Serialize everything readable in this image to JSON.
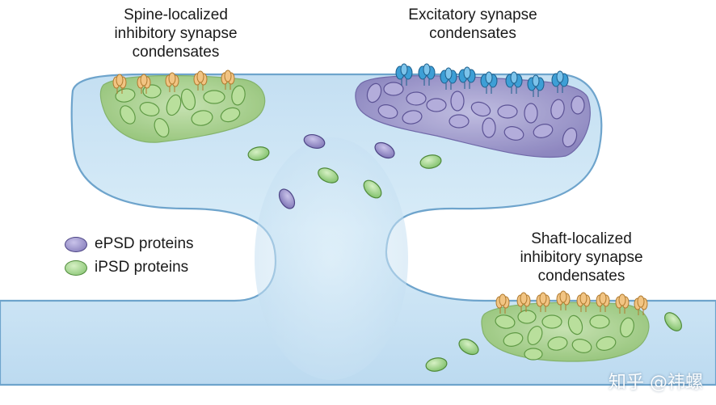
{
  "labels": {
    "spine": [
      "Spine-localized",
      "inhibitory synapse",
      "condensates"
    ],
    "excitatory": [
      "Excitatory synapse",
      "condensates"
    ],
    "shaft": [
      "Shaft-localized",
      "inhibitory synapse",
      "condensates"
    ]
  },
  "legend": [
    {
      "label": "ePSD proteins",
      "color": "#8f86c4"
    },
    {
      "label": "iPSD proteins",
      "color": "#8fcf7e"
    }
  ],
  "watermark": "知乎 @祎螺",
  "colors": {
    "cytoplasm": "#cfe6f5",
    "membrane_edge": "#6ea4cc",
    "ipsd_condensate": "#a3cf84",
    "epsd_condensate": "#9f98cc",
    "inhibitory_receptor": "#f1c483",
    "excitatory_receptor": "#3d9fd6"
  }
}
